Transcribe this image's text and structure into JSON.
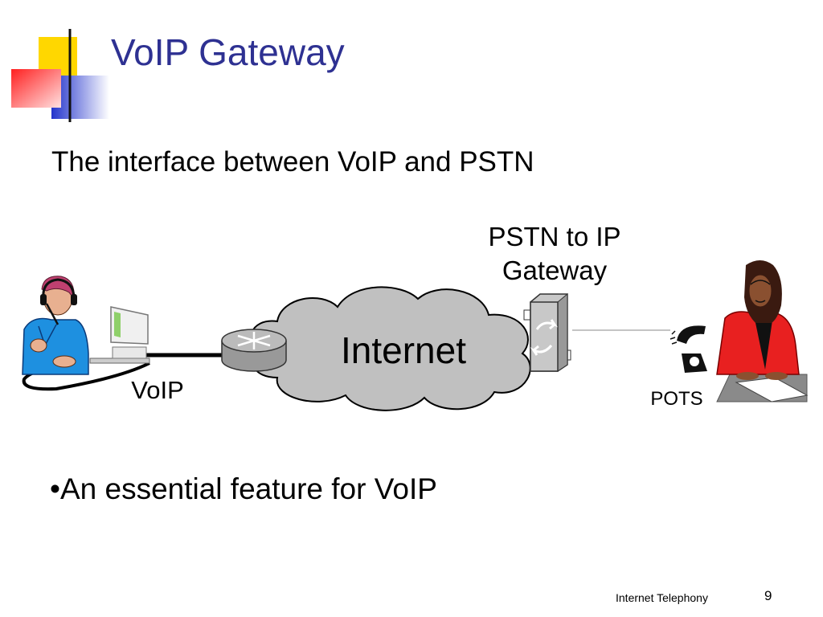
{
  "slide": {
    "title": "VoIP Gateway",
    "subtitle": "The interface between VoIP and PSTN",
    "bullet": "•An essential feature for VoIP",
    "footer": "Internet Telephony",
    "page_number": "9"
  },
  "diagram": {
    "gateway_label_line1": "PSTN to IP",
    "gateway_label_line2": "Gateway",
    "cloud_label": "Internet",
    "voip_label": "VoIP",
    "pots_label": "POTS",
    "icons": [
      "headset-user-icon",
      "computer-icon",
      "router-icon",
      "internet-cloud-icon",
      "gateway-device-icon",
      "telephone-icon",
      "receptionist-icon"
    ]
  },
  "colors": {
    "title": "#2E3192",
    "logo_yellow": "#FFD700",
    "logo_red": "#FF3030",
    "logo_blue": "#3344CC",
    "cloud_fill": "#C0C0C0"
  }
}
